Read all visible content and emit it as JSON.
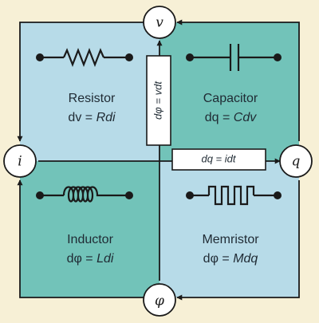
{
  "colors": {
    "background": "#f7f0d6",
    "light_quadrant": "#b7dbe8",
    "dark_quadrant": "#72c3b9",
    "stroke": "#1a1a1a"
  },
  "nodes": {
    "v": "v",
    "i": "i",
    "q": "q",
    "phi": "φ"
  },
  "quadrants": {
    "resistor": {
      "name": "Resistor",
      "eq_prefix": "dv = ",
      "eq_italic": "Rdi",
      "icon": "resistor-zigzag-icon"
    },
    "capacitor": {
      "name": "Capacitor",
      "eq_prefix": "dq = ",
      "eq_italic": "Cdv",
      "icon": "capacitor-plates-icon"
    },
    "inductor": {
      "name": "Inductor",
      "eq_prefix": "dφ = ",
      "eq_italic": "Ldi",
      "icon": "inductor-coil-icon"
    },
    "memristor": {
      "name": "Memristor",
      "eq_prefix": "dφ = ",
      "eq_italic": "Mdq",
      "icon": "memristor-square-wave-icon"
    }
  },
  "relations": {
    "flux_voltage": "dφ = vdt",
    "charge_current": "dq = idt"
  }
}
